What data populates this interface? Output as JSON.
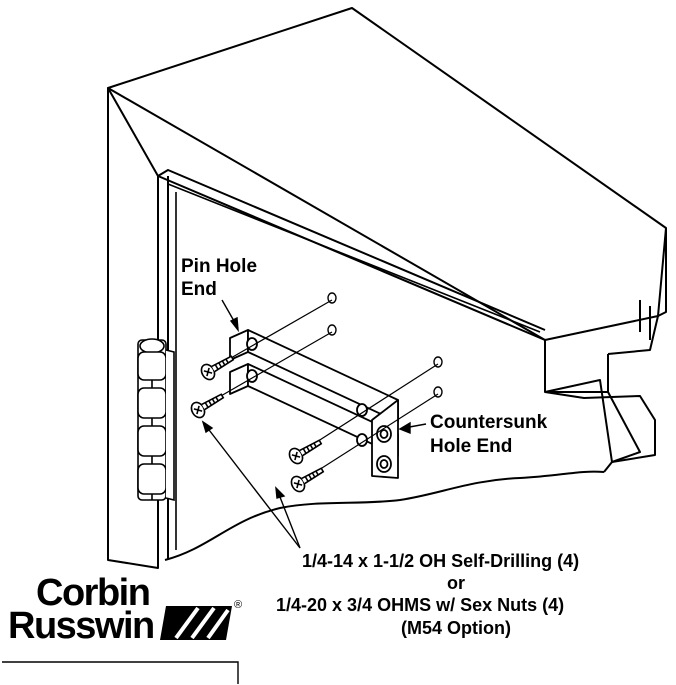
{
  "callouts": {
    "pin_hole_line1": "Pin Hole",
    "pin_hole_line2": "End",
    "countersunk_line1": "Countersunk",
    "countersunk_line2": "Hole End"
  },
  "fastener_spec": {
    "line1": "1/4-14 x 1-1/2 OH Self-Drilling (4)",
    "line2": "or",
    "line3": "1/4-20 x 3/4 OHMS w/ Sex Nuts (4)",
    "line4": "(M54 Option)"
  },
  "logo": {
    "line1": "Corbin",
    "line2": "Russwin",
    "mark": "®"
  },
  "colors": {
    "ink": "#000000",
    "paper": "#ffffff"
  }
}
